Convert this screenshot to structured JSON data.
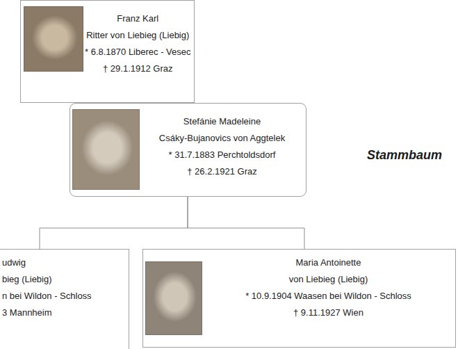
{
  "diagram": {
    "nodes": [
      {
        "text": [
          "Franz Karl",
          "Ritter von Liebieg (Liebig)",
          "* 6.8.1870 Liberec - Vesec",
          "† 29.1.1912 Graz"
        ]
      },
      {
        "text": [
          "Stefánie Madeleine",
          "Csáky-Bujanovics von Aggtelek",
          "* 31.7.1883 Perchtoldsdorf",
          "† 26.2.1921 Graz"
        ]
      },
      {
        "text": [
          "udwig",
          "bieg (Liebig)",
          "n bei Wildon - Schloss",
          "3 Mannheim"
        ]
      },
      {
        "text": [
          "Maria Antoinette",
          "von Liebieg (Liebig)",
          "* 10.9.1904 Waasen bei Wildon - Schloss",
          "† 9.11.1927 Wien"
        ]
      }
    ],
    "edges": [
      {
        "from": 1,
        "to": 2,
        "arrow": "none"
      },
      {
        "from": 1,
        "to": 3,
        "arrow": "none"
      }
    ],
    "labels": [
      "Stammbaum"
    ]
  }
}
